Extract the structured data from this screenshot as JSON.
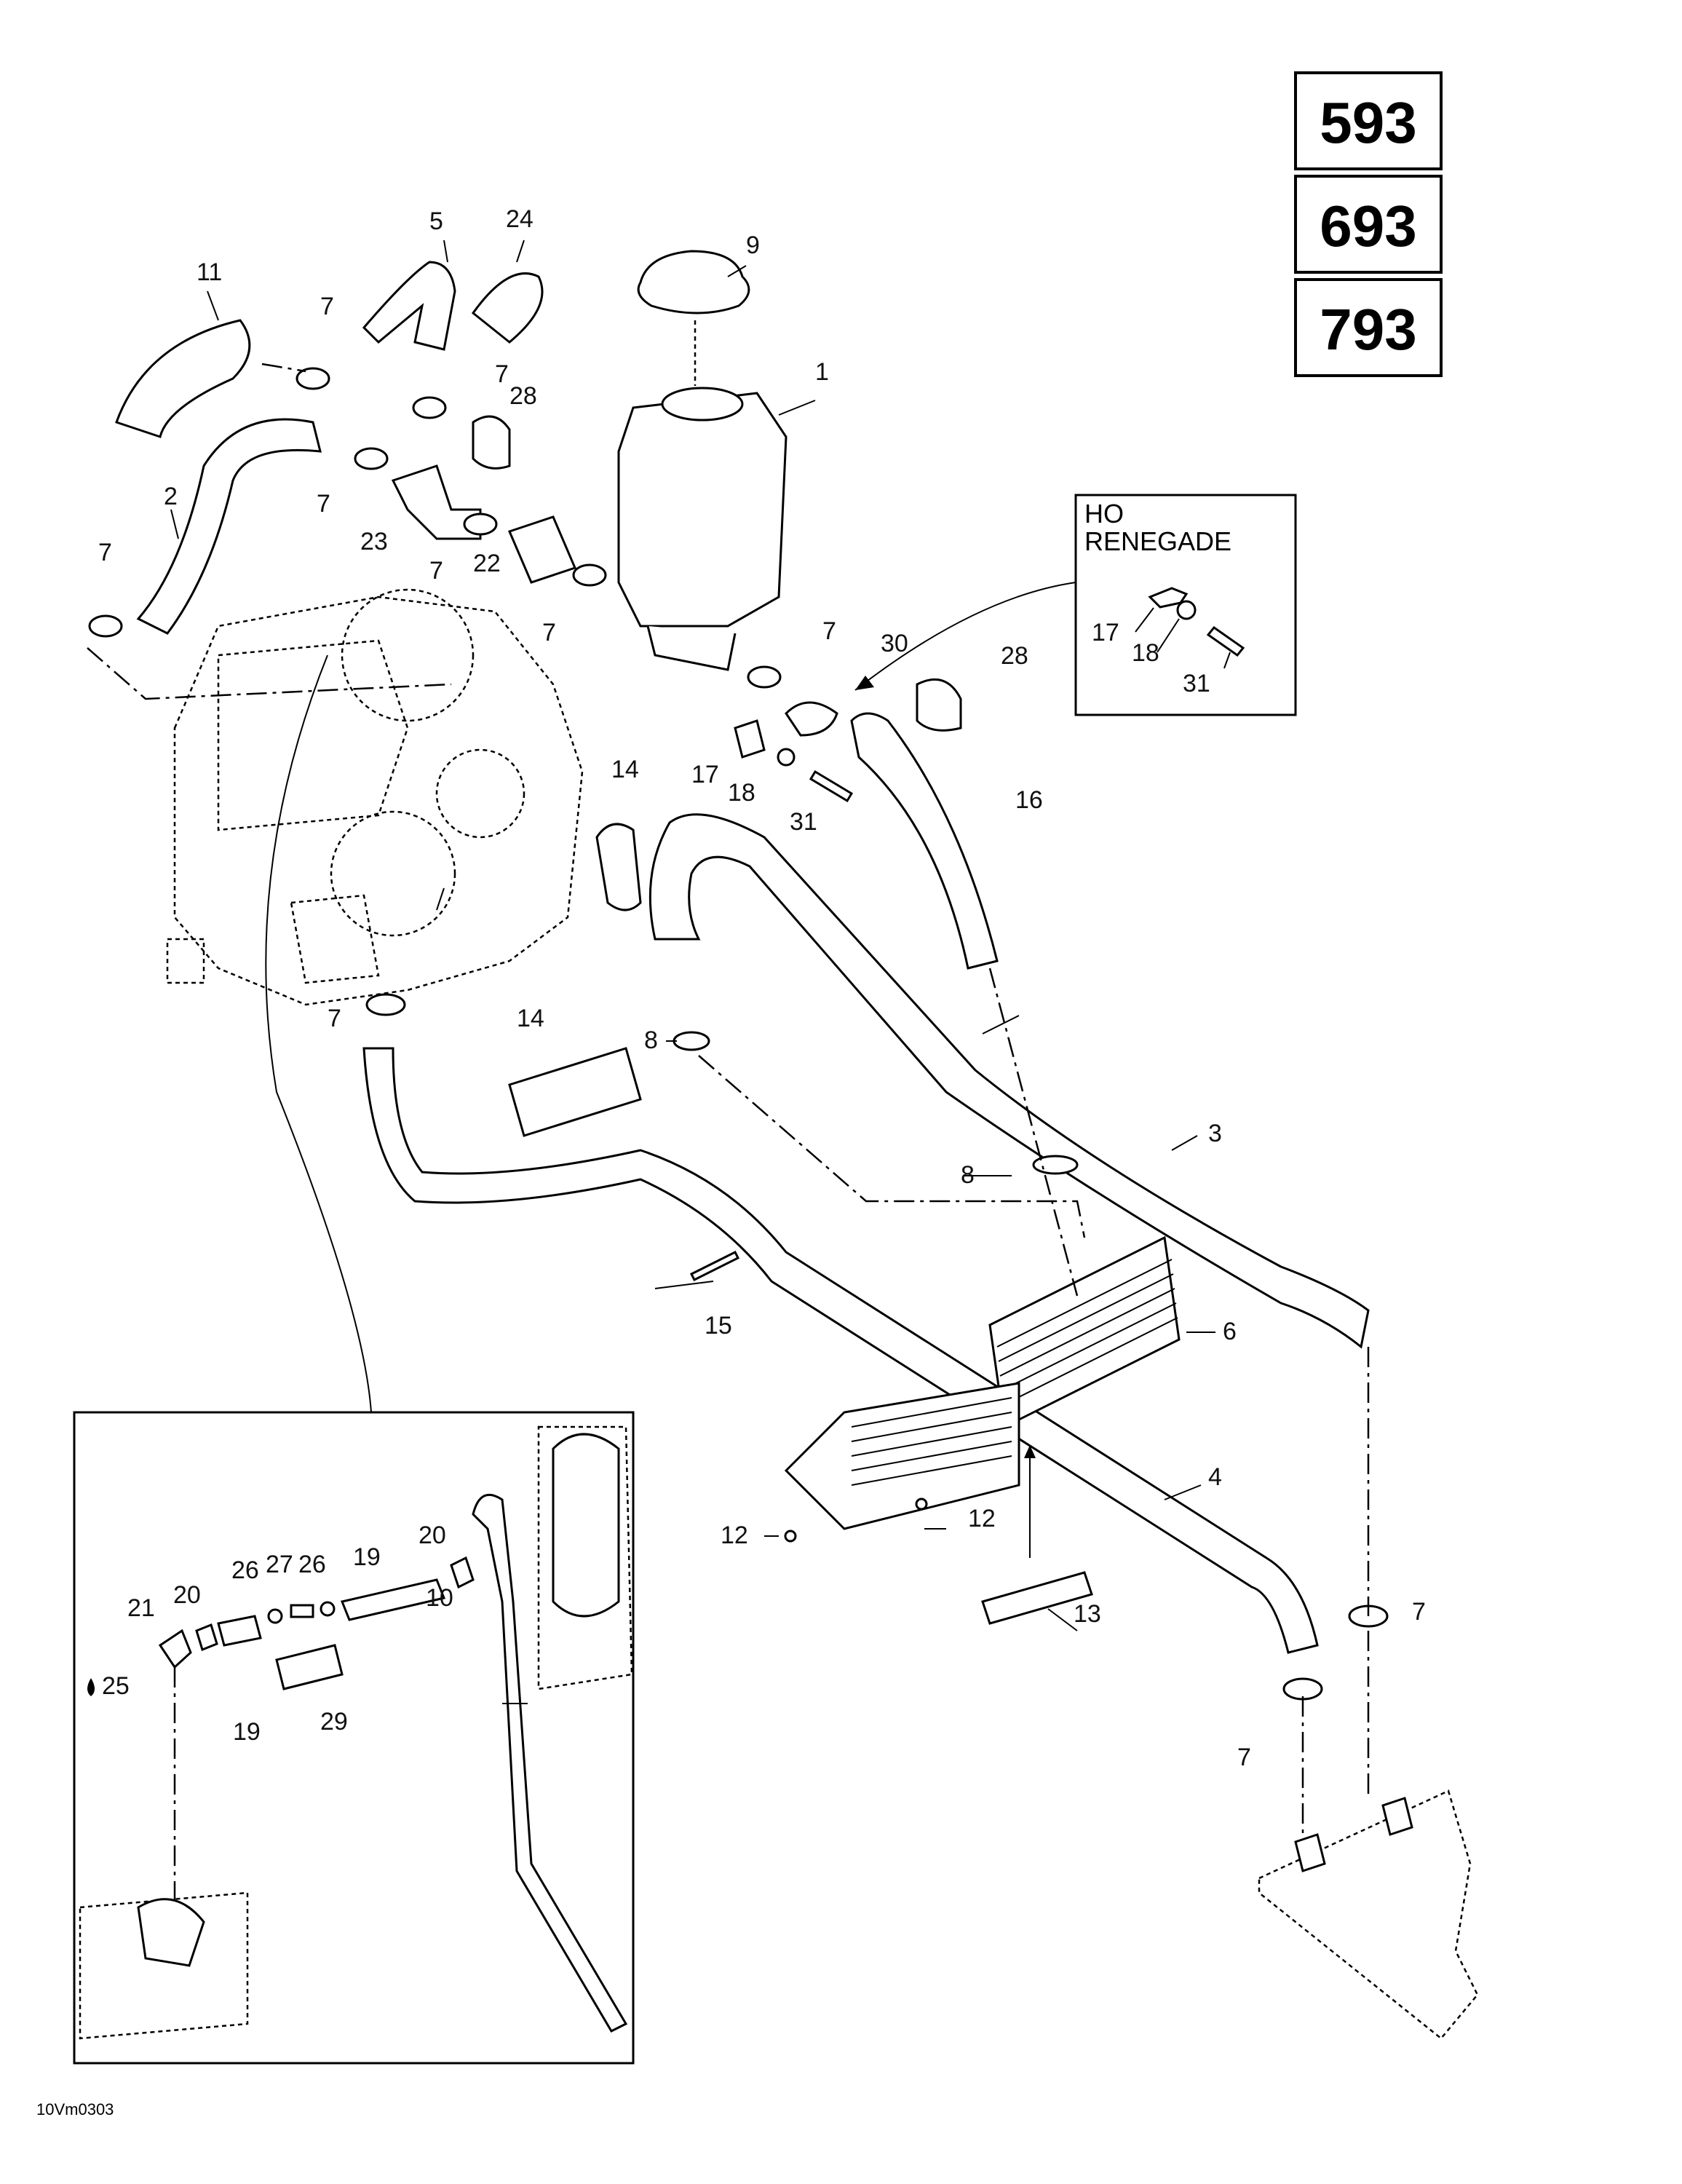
{
  "models": [
    "593",
    "693",
    "793"
  ],
  "variant_box": {
    "title_line1": "HO",
    "title_line2": "RENEGADE"
  },
  "drawing_code": "10Vm0303",
  "parts": {
    "p1": "1",
    "p2": "2",
    "p3": "3",
    "p4": "4",
    "p5": "5",
    "p6": "6",
    "p7": "7",
    "p8": "8",
    "p9": "9",
    "p10": "10",
    "p11": "11",
    "p12": "12",
    "p13": "13",
    "p14": "14",
    "p15": "15",
    "p16": "16",
    "p17": "17",
    "p18": "18",
    "p19": "19",
    "p20": "20",
    "p21": "21",
    "p22": "22",
    "p23": "23",
    "p24": "24",
    "p25": "25",
    "p26": "26",
    "p27": "27",
    "p28": "28",
    "p29": "29",
    "p30": "30",
    "p31": "31"
  }
}
